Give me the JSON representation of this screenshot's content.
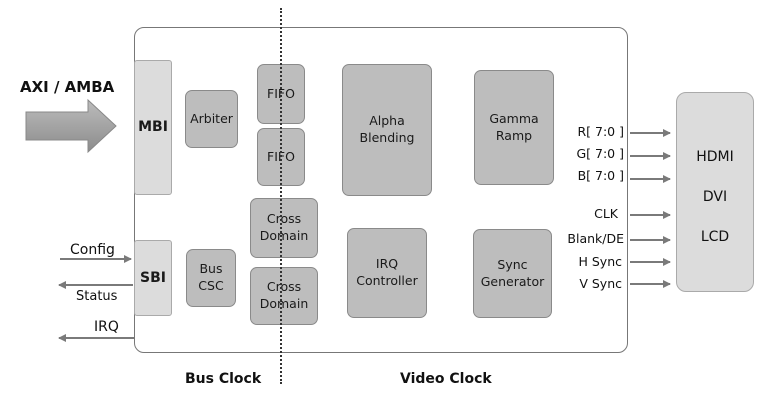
{
  "blocks": {
    "mbi": "MBI",
    "arbiter": "Arbiter",
    "fifo_top": "FIFO",
    "fifo_bottom": "FIFO",
    "alpha_blending": "Alpha\nBlending",
    "gamma_ramp": "Gamma\nRamp",
    "cross_domain_top": "Cross\nDomain",
    "cross_domain_bottom": "Cross\nDomain",
    "sbi": "SBI",
    "bus_csc": "Bus\nCSC",
    "irq_controller": "IRQ\nController",
    "sync_generator": "Sync\nGenerator"
  },
  "inputs": {
    "axi": "AXI / AMBA",
    "config": "Config",
    "status": "Status",
    "irq": "IRQ"
  },
  "signals": [
    "R[ 7:0 ]",
    "G[ 7:0 ]",
    "B[ 7:0 ]",
    "CLK",
    "Blank/DE",
    "H Sync",
    "V Sync"
  ],
  "outputs": [
    "HDMI",
    "DVI",
    "LCD"
  ],
  "clocks": {
    "bus": "Bus Clock",
    "video": "Video Clock"
  },
  "colors": {
    "block_fill": "#bdbdbd",
    "light_fill": "#dcdcdc",
    "line": "#7a7a7a",
    "arrow_fill": "#a0a0a0"
  }
}
